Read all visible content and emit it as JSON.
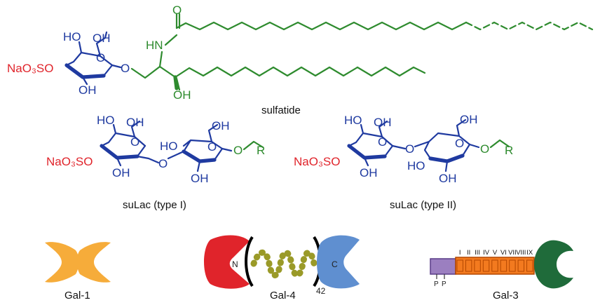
{
  "colors": {
    "sugar": "#1f3aa0",
    "lipid": "#2e8b2e",
    "sulfate": "#e0242b",
    "gal1": "#f6ac3a",
    "gal4_n": "#e0242b",
    "gal4_c": "#5f8fd0",
    "gal4_linker": "#9a9a28",
    "gal3_tail": "#9b7fc0",
    "gal3_repeats": "#f37a1f",
    "gal3_crd": "#1f6b3a"
  },
  "sulfatide": {
    "caption": "sulfatide",
    "sulfate": "NaO₃SO",
    "labels": {
      "ho1": "HO",
      "oh_top": "OH",
      "o_ring": "O",
      "oh_bottom": "OH",
      "o_link": "O",
      "nh": "HN",
      "o_carbonyl": "O",
      "oh_sph": "OH"
    }
  },
  "sulac1": {
    "caption": "suLac (type I)",
    "sulfate": "NaO₃SO",
    "labels": {
      "ho1": "HO",
      "oh1": "OH",
      "o1": "O",
      "ho2": "HO",
      "oh2": "OH",
      "o2": "O",
      "o_link": "O",
      "oh_b1": "OH",
      "oh_b2": "OH",
      "o_r": "O",
      "r": "R"
    }
  },
  "sulac2": {
    "caption": "suLac (type II)",
    "sulfate": "NaO₃SO",
    "labels": {
      "ho1": "HO",
      "oh1": "OH",
      "o1": "O",
      "oh2": "OH",
      "o2": "O",
      "o_link": "O",
      "oh_b1": "OH",
      "ho_b2": "HO",
      "oh_b3": "OH",
      "o_r": "O",
      "r": "R"
    }
  },
  "gal1": {
    "label": "Gal-1"
  },
  "gal4": {
    "label": "Gal-4",
    "n_label": "N",
    "c_label": "C",
    "repeat_count": "42"
  },
  "gal3": {
    "label": "Gal-3",
    "repeats": [
      "I",
      "II",
      "III",
      "IV",
      "V",
      "VI",
      "VII",
      "VIII",
      "IX"
    ],
    "phospho": [
      "P",
      "P"
    ]
  }
}
